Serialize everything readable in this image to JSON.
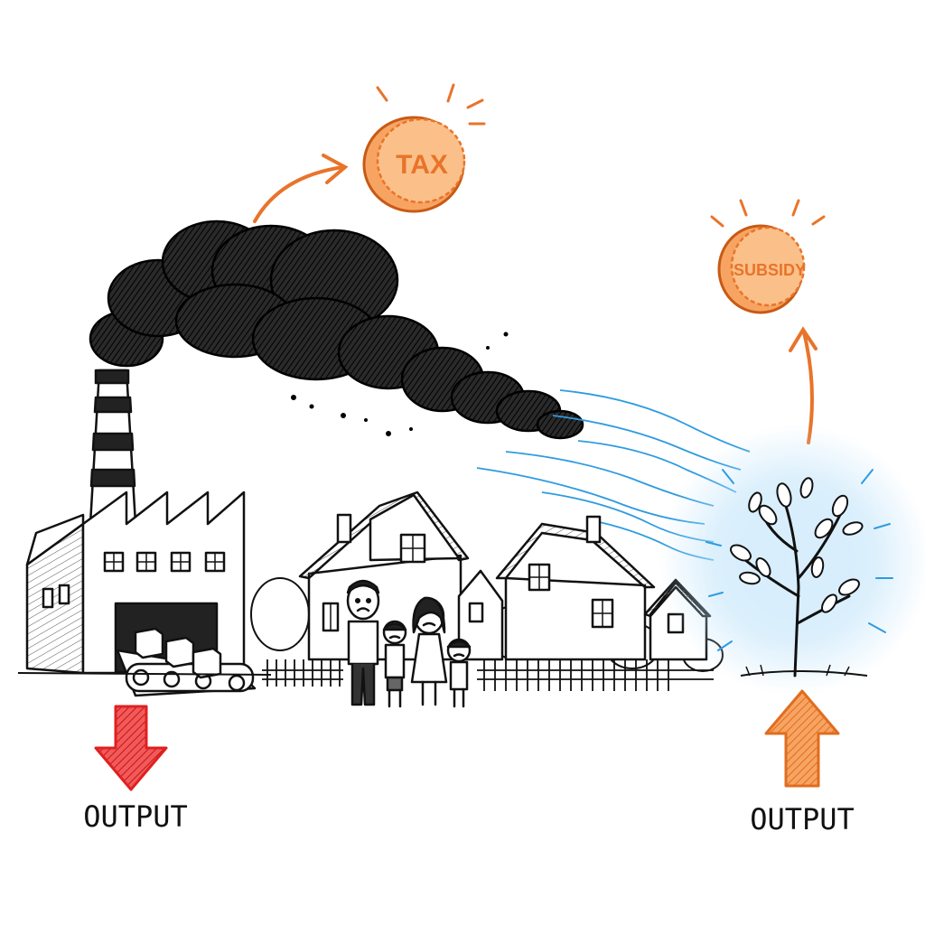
{
  "labels": {
    "tax_coin": "TAX",
    "subsidy_coin": "SUBSIDY",
    "output_left": "OUTPUT",
    "output_right": "OUTPUT"
  },
  "colors": {
    "ink": "#111111",
    "smoke": "#1c1c1c",
    "coin_orange": "#e8742a",
    "coin_fill": "#f7a463",
    "down_arrow_red": "#e02020",
    "up_arrow_orange": "#f08a3c",
    "wind_blue": "#2f9be0",
    "glow_blue": "#bfe3fa"
  },
  "icons": {
    "factory": "factory-icon",
    "smoke": "smoke-cloud-icon",
    "tax": "coin-icon",
    "subsidy": "coin-icon",
    "houses": "house-icon",
    "family": "person-icon",
    "tree": "tree-icon",
    "output_down": "arrow-down-icon",
    "output_up": "arrow-up-icon"
  }
}
